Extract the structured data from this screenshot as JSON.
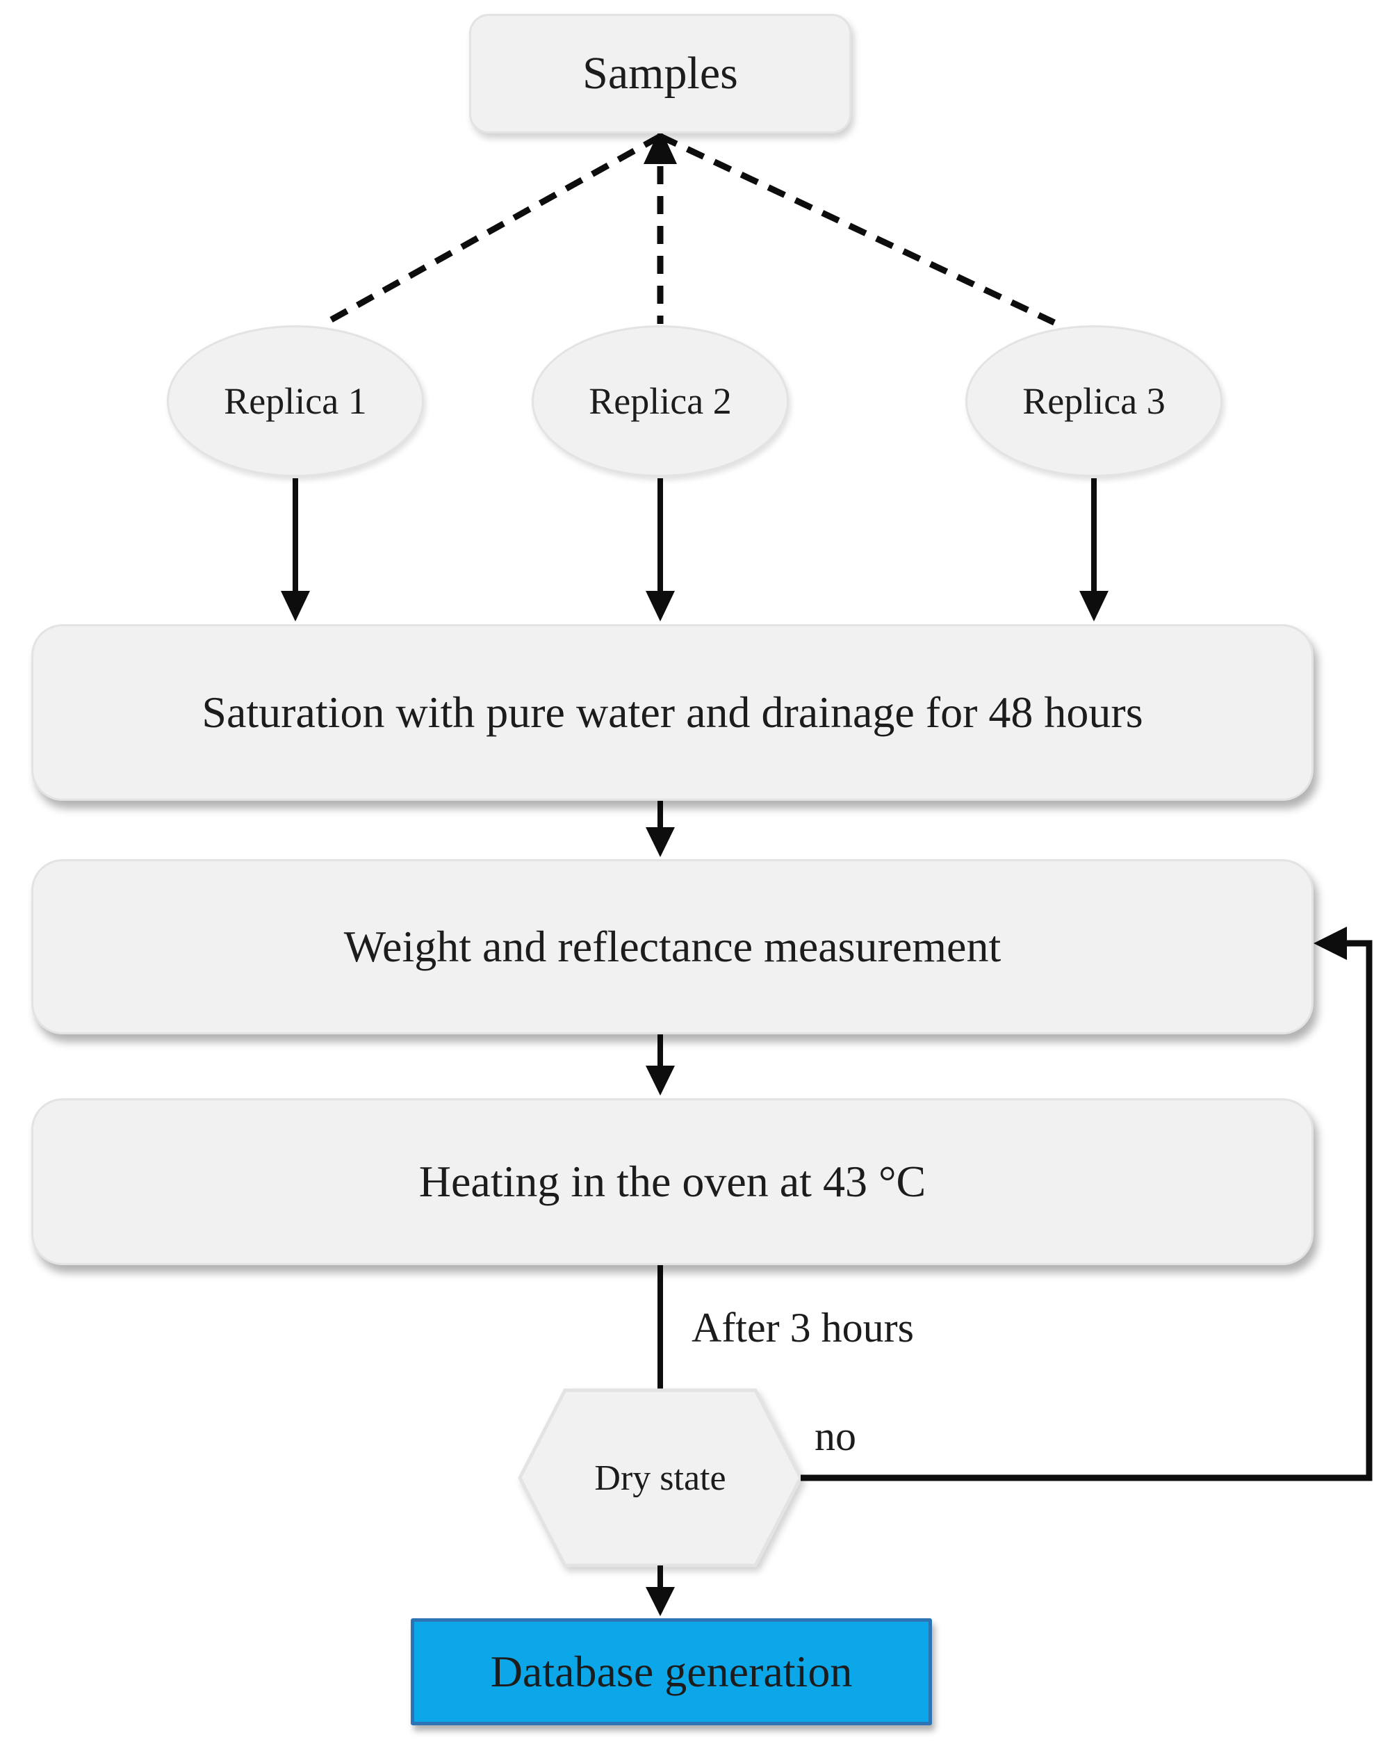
{
  "nodes": {
    "samples": "Samples",
    "replica1": "Replica 1",
    "replica2": "Replica 2",
    "replica3": "Replica 3",
    "saturation": "Saturation with pure water and drainage for 48 hours",
    "weight": "Weight and reflectance measurement",
    "heating": "Heating in the oven at 43 °C",
    "dry_state": "Dry state",
    "database": "Database generation"
  },
  "edge_labels": {
    "after": "After 3 hours",
    "no": "no"
  },
  "colors": {
    "node-fill": "#f1f1f1",
    "node-border": "#e3e3e3",
    "line": "#0d0d0d",
    "text": "#1c1c1c",
    "db-fill": "#0ba7e9",
    "db-border": "#2e74b5",
    "bg": "#ffffff"
  }
}
